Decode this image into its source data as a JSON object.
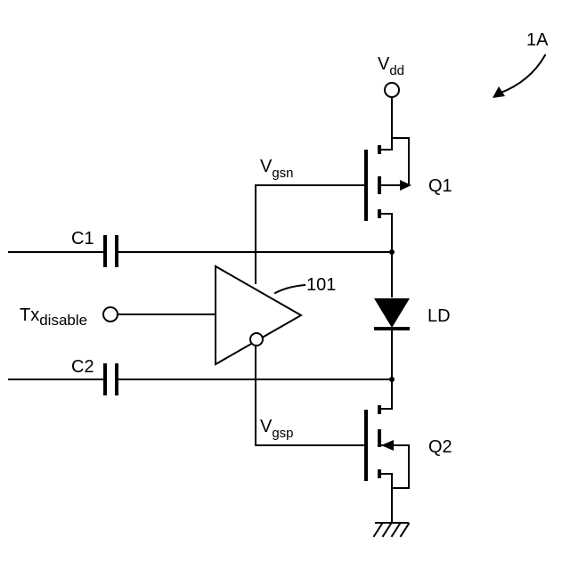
{
  "figure_label": "1A",
  "supply": {
    "main": "V",
    "sub": "dd"
  },
  "gate_n": {
    "main": "V",
    "sub": "gsn"
  },
  "gate_p": {
    "main": "V",
    "sub": "gsp"
  },
  "transistor_top": "Q1",
  "transistor_bottom": "Q2",
  "capacitor_top": "C1",
  "capacitor_bottom": "C2",
  "diode": "LD",
  "driver": "101",
  "input": {
    "main": "Tx",
    "sub": "disable"
  }
}
